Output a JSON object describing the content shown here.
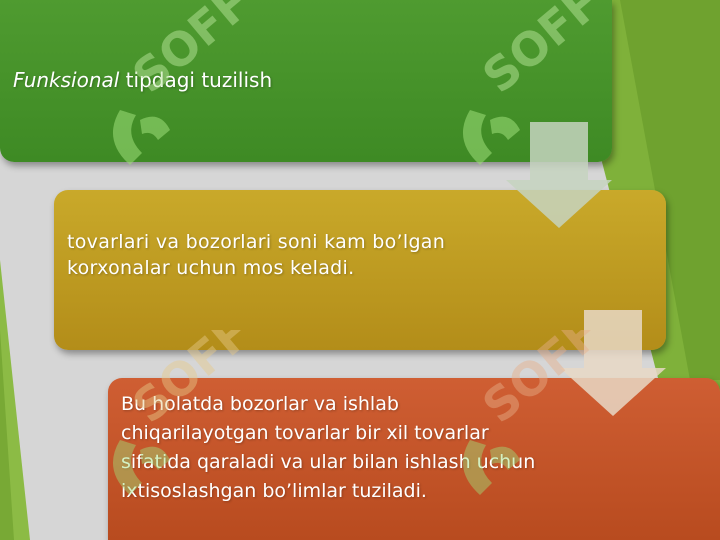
{
  "slide": {
    "box1": {
      "italic": "Funksional",
      "rest": " tipdagi tuzilish"
    },
    "box2": {
      "text": "tovarlari va bozorlari soni kam bo’lgan korxonalar uchun mos keladi."
    },
    "box3": {
      "text": "Bu holatda bozorlar va ishlab chiqarilayotgan tovarlar bir xil tovarlar sifatida qaraladi va ular bilan ishlash uchun ixtisoslashgan bo’limlar tuziladi."
    },
    "watermark": "SOFF"
  },
  "colors": {
    "background": "#d6d6d6",
    "box1": "#4a9a2c",
    "box2": "#c09a22",
    "box3": "#c65528",
    "arrow": "#c5d4bf",
    "accent_green": "#7fb13a"
  },
  "icons": [
    "down-arrow-icon",
    "down-arrow-icon",
    "watermark-logo-icon"
  ]
}
